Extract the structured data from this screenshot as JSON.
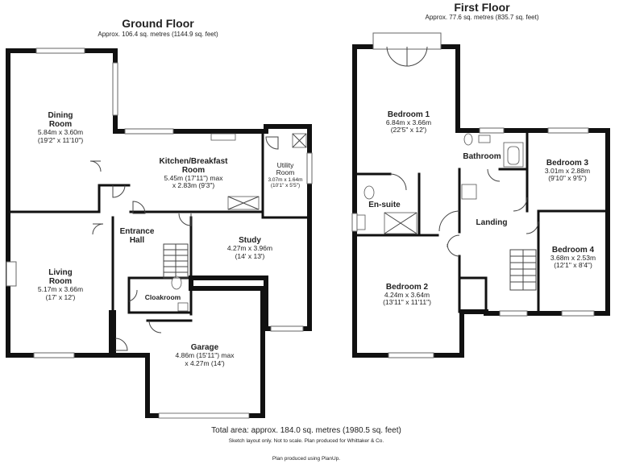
{
  "ground_floor": {
    "title": "Ground Floor",
    "area": "Approx. 106.4 sq. metres (1144.9 sq. feet)",
    "rooms": {
      "dining": {
        "name_1": "Dining",
        "name_2": "Room",
        "dims_m": "5.84m x 3.60m",
        "dims_ft": "(19'2\" x 11'10\")"
      },
      "kitchen": {
        "name_1": "Kitchen/Breakfast",
        "name_2": "Room",
        "dims_m": "5.45m (17'11\") max",
        "dims_ft": "x 2.83m (9'3\")"
      },
      "utility": {
        "name_1": "Utility",
        "name_2": "Room",
        "dims_m": "3.07m x 1.64m",
        "dims_ft": "(10'1\" x 5'5\")"
      },
      "entrance": {
        "name_1": "Entrance",
        "name_2": "Hall"
      },
      "living": {
        "name_1": "Living",
        "name_2": "Room",
        "dims_m": "5.17m x 3.66m",
        "dims_ft": "(17' x 12')"
      },
      "study": {
        "name_1": "Study",
        "dims_m": "4.27m x 3.96m",
        "dims_ft": "(14' x 13')"
      },
      "cloakroom": {
        "name_1": "Cloakroom"
      },
      "garage": {
        "name_1": "Garage",
        "dims_m": "4.86m (15'11\") max",
        "dims_ft": "x 4.27m (14')"
      }
    }
  },
  "first_floor": {
    "title": "First Floor",
    "area": "Approx. 77.6 sq. metres (835.7 sq. feet)",
    "rooms": {
      "bedroom1": {
        "name_1": "Bedroom 1",
        "dims_m": "6.84m x 3.66m",
        "dims_ft": "(22'5\" x 12')"
      },
      "bathroom": {
        "name_1": "Bathroom"
      },
      "bedroom3": {
        "name_1": "Bedroom 3",
        "dims_m": "3.01m x 2.88m",
        "dims_ft": "(9'10\" x 9'5\")"
      },
      "ensuite": {
        "name_1": "En-suite"
      },
      "landing": {
        "name_1": "Landing"
      },
      "bedroom4": {
        "name_1": "Bedroom 4",
        "dims_m": "3.68m x 2.53m",
        "dims_ft": "(12'1\" x 8'4\")"
      },
      "bedroom2": {
        "name_1": "Bedroom 2",
        "dims_m": "4.24m x 3.64m",
        "dims_ft": "(13'11\" x 11'11\")"
      }
    }
  },
  "footer": {
    "total": "Total area: approx. 184.0 sq. metres (1980.5 sq. feet)",
    "note": "Sketch layout only. Not to scale. Plan produced for Whittaker & Co.",
    "credit": "Plan produced using PlanUp."
  },
  "colors": {
    "wall": "#111111",
    "window": "#666666",
    "text": "#222222"
  }
}
